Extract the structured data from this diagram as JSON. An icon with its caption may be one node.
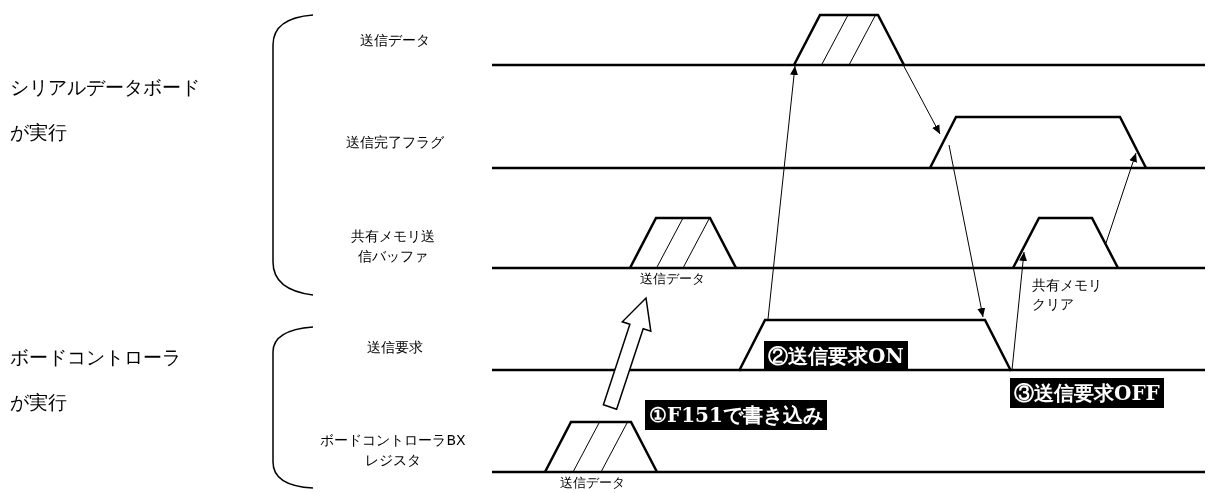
{
  "diagram": {
    "nodes": [
      {
        "text": [],
        "shape": "pulse"
      },
      {
        "text": [],
        "shape": "pulse"
      },
      {
        "text": [],
        "shape": "pulse",
        "beside": [
          "送信データ"
        ]
      },
      {
        "text": [],
        "shape": "pulse"
      },
      {
        "text": [],
        "shape": "pulse"
      },
      {
        "text": [],
        "shape": "pulse",
        "beside": [
          "送信データ"
        ]
      }
    ],
    "edges": [
      {
        "from": 5,
        "to": 2,
        "arrow": "to",
        "style": "thick"
      },
      {
        "from": 4,
        "to": 0,
        "arrow": "to"
      },
      {
        "from": 0,
        "to": 1,
        "arrow": "to"
      },
      {
        "from": 1,
        "to": 4,
        "arrow": "to"
      },
      {
        "from": 4,
        "to": 3,
        "arrow": "to",
        "label": "共有メモリクリア"
      },
      {
        "from": 3,
        "to": 1,
        "arrow": "to"
      }
    ],
    "labels": [
      "シリアルデータボードが実行",
      "送信データ",
      "送信完了フラグ",
      "共有メモリ送信バッファ",
      "ボードコントローラが実行",
      "送信要求",
      "ボードコントローラBXレジスタ",
      "②送信要求ON",
      "③送信要求OFF",
      "①F151で書き込み"
    ]
  }
}
